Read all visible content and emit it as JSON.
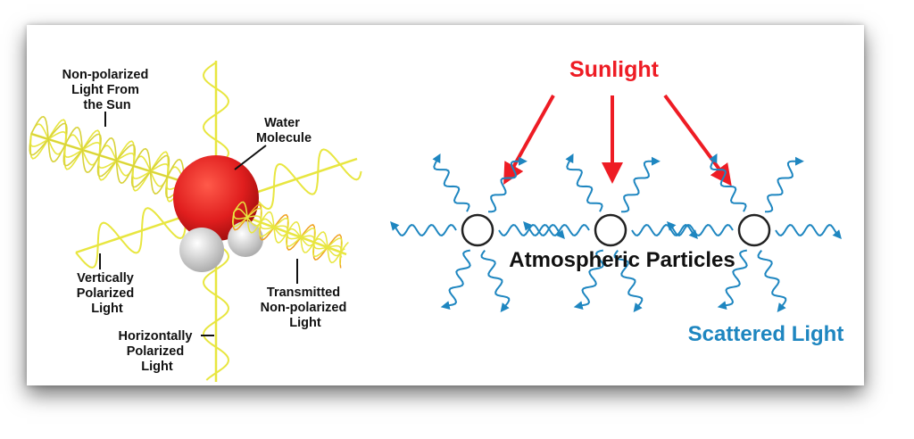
{
  "left_diagram": {
    "labels": {
      "sun_light": [
        "Non-polarized",
        "Light From",
        "the Sun"
      ],
      "water_molecule": [
        "Water",
        "Molecule"
      ],
      "vertically_polarized": [
        "Vertically",
        "Polarized",
        "Light"
      ],
      "transmitted": [
        "Transmitted",
        "Non-polarized",
        "Light"
      ],
      "horizontally_polarized": [
        "Horizontally",
        "Polarized",
        "Light"
      ]
    }
  },
  "right_diagram": {
    "sunlight_label": "Sunlight",
    "particles_label": "Atmospheric Particles",
    "scattered_label": "Scattered Light"
  },
  "colors": {
    "sunlight": "#ee1c24",
    "scattered": "#1e86c0",
    "wave": "#e8e640",
    "molecule_oxygen": "#e01e1e",
    "molecule_hydrogen": "#d8d8d8"
  }
}
